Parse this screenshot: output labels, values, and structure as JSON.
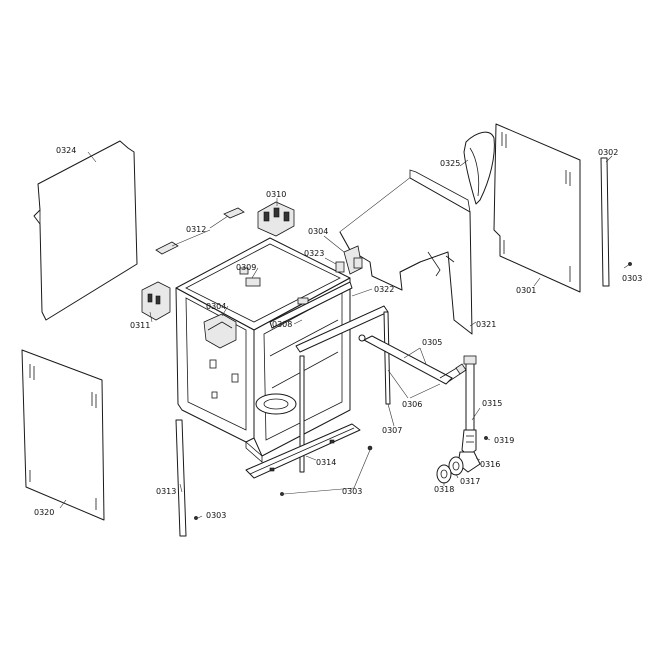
{
  "labels": {
    "l0324": "0324",
    "l0310": "0310",
    "l0312": "0312",
    "l0309": "0309",
    "l0323": "0323",
    "l0304a": "0304",
    "l0304b": "0304",
    "l0311": "0311",
    "l0308": "0308",
    "l0322": "0322",
    "l0325": "0325",
    "l0302": "0302",
    "l0303a": "0303",
    "l0303b": "0303",
    "l0303c": "0303",
    "l0301": "0301",
    "l0321": "0321",
    "l0305": "0305",
    "l0306": "0306",
    "l0307": "0307",
    "l0315": "0315",
    "l0319": "0319",
    "l0316": "0316",
    "l0317": "0317",
    "l0318": "0318",
    "l0314": "0314",
    "l0313": "0313",
    "l0320": "0320"
  }
}
